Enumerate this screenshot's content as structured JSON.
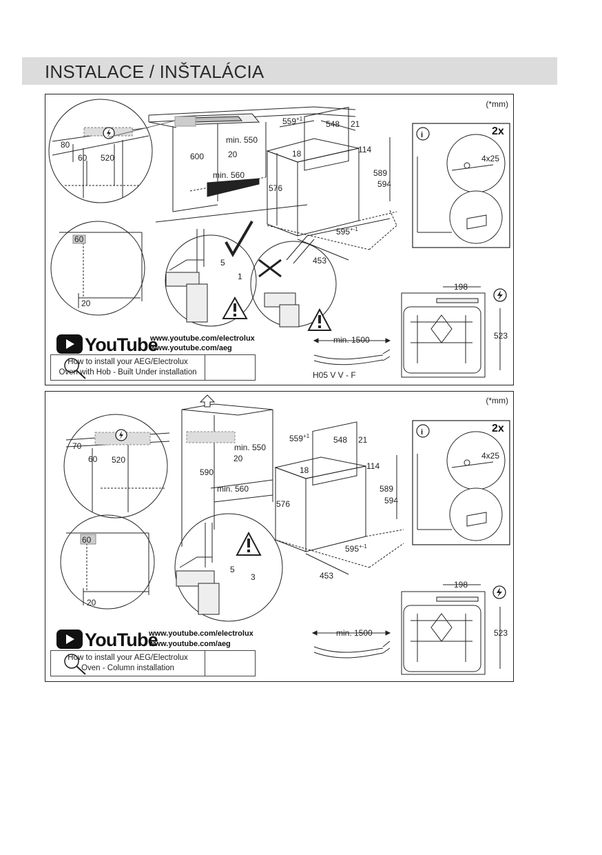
{
  "header": {
    "title": "INSTALACE / INŠTALÁCIA"
  },
  "panels": [
    {
      "unit_note": "(*mm)",
      "youtube": {
        "logo_text": "YouTube",
        "url1": "www.youtube.com/electrolux",
        "url2": "www.youtube.com/aeg"
      },
      "howto": {
        "line1": "How to install your AEG/Electrolux",
        "line2": "Oven with Hob - Built Under installation"
      },
      "info_box": {
        "count": "2x",
        "screw": "4x25",
        "info_icon": "info-icon"
      },
      "cable": {
        "min_length": "min. 1500",
        "type": "H05 V V - F"
      },
      "dims": {
        "d80": "80",
        "d60": "60",
        "d520": "520",
        "d600": "600",
        "d20": "20",
        "min550": "min. 550",
        "min560": "min. 560",
        "d559": "559",
        "sup559": "+1",
        "d548": "548",
        "d21": "21",
        "d18": "18",
        "d114": "114",
        "d589": "589",
        "d594": "594",
        "d576": "576",
        "d595": "595",
        "sup595": "+-1",
        "d453": "453",
        "d5": "5",
        "d1": "1",
        "d198": "198",
        "d523": "523",
        "c60": "60",
        "c20": "20"
      }
    },
    {
      "unit_note": "(*mm)",
      "youtube": {
        "logo_text": "YouTube",
        "url1": "www.youtube.com/electrolux",
        "url2": "www.youtube.com/aeg"
      },
      "howto": {
        "line1": "How to install your AEG/Electrolux",
        "line2": "Oven - Column installation"
      },
      "info_box": {
        "count": "2x",
        "screw": "4x25",
        "info_icon": "info-icon"
      },
      "cable": {
        "min_length": "min. 1500"
      },
      "dims": {
        "d70": "70",
        "d60": "60",
        "d520": "520",
        "d590": "590",
        "d20": "20",
        "min550": "min. 550",
        "min560": "min. 560",
        "d559": "559",
        "sup559": "+1",
        "d548": "548",
        "d21": "21",
        "d18": "18",
        "d114": "114",
        "d589": "589",
        "d594": "594",
        "d576": "576",
        "d595": "595",
        "sup595": "+-1",
        "d453": "453",
        "d5": "5",
        "d3": "3",
        "d198": "198",
        "d523": "523",
        "c60": "60",
        "c20": "20"
      }
    }
  ]
}
